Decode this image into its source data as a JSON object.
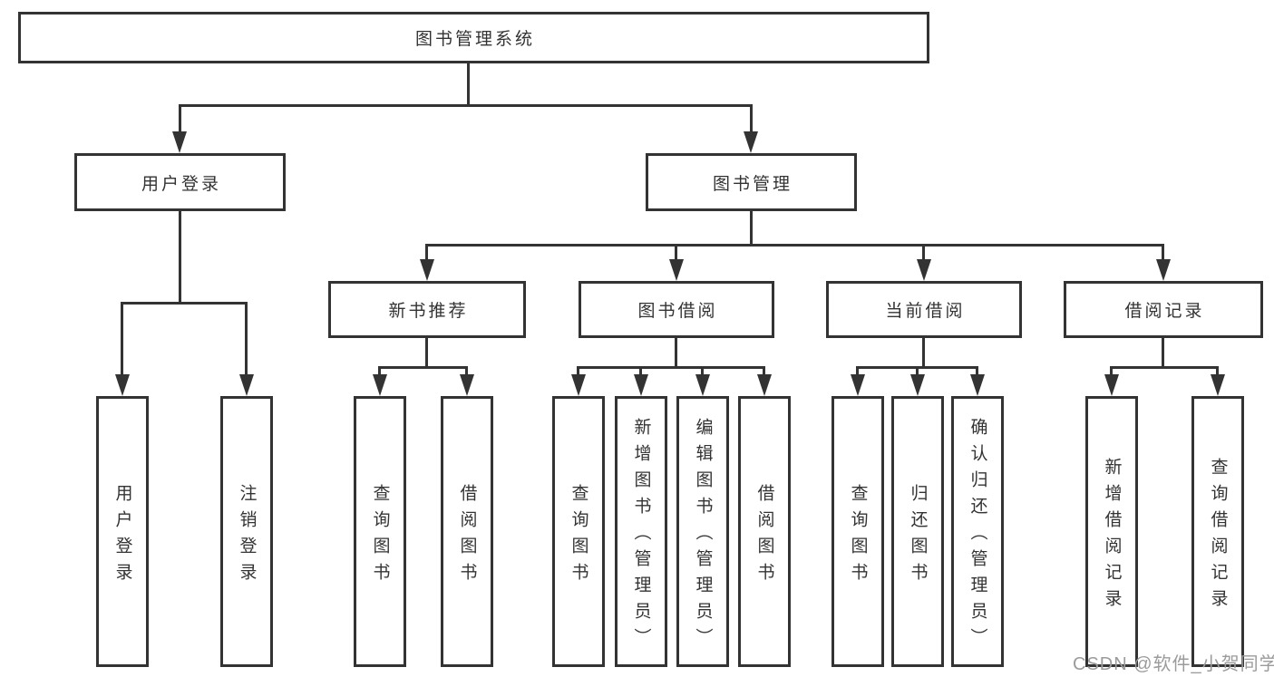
{
  "diagram": {
    "root": "图书管理系统",
    "level2": [
      {
        "label": "用户登录",
        "children": [
          "用户登录",
          "注销登录"
        ]
      },
      {
        "label": "图书管理"
      }
    ],
    "level3": [
      {
        "label": "新书推荐",
        "children": [
          "查询图书",
          "借阅图书"
        ]
      },
      {
        "label": "图书借阅",
        "children": [
          "查询图书",
          "新增图书（管理员）",
          "编辑图书（管理员）",
          "借阅图书"
        ]
      },
      {
        "label": "当前借阅",
        "children": [
          "查询图书",
          "归还图书",
          "确认归还（管理员）"
        ]
      },
      {
        "label": "借阅记录",
        "children": [
          "新增借阅记录",
          "查询借阅记录"
        ]
      }
    ]
  },
  "watermark": {
    "text": "CSDN @软件_小贺同学"
  },
  "colors": {
    "line": "#333333",
    "text": "#333333",
    "watermark": "#9b9b9b",
    "background": "#ffffff"
  }
}
